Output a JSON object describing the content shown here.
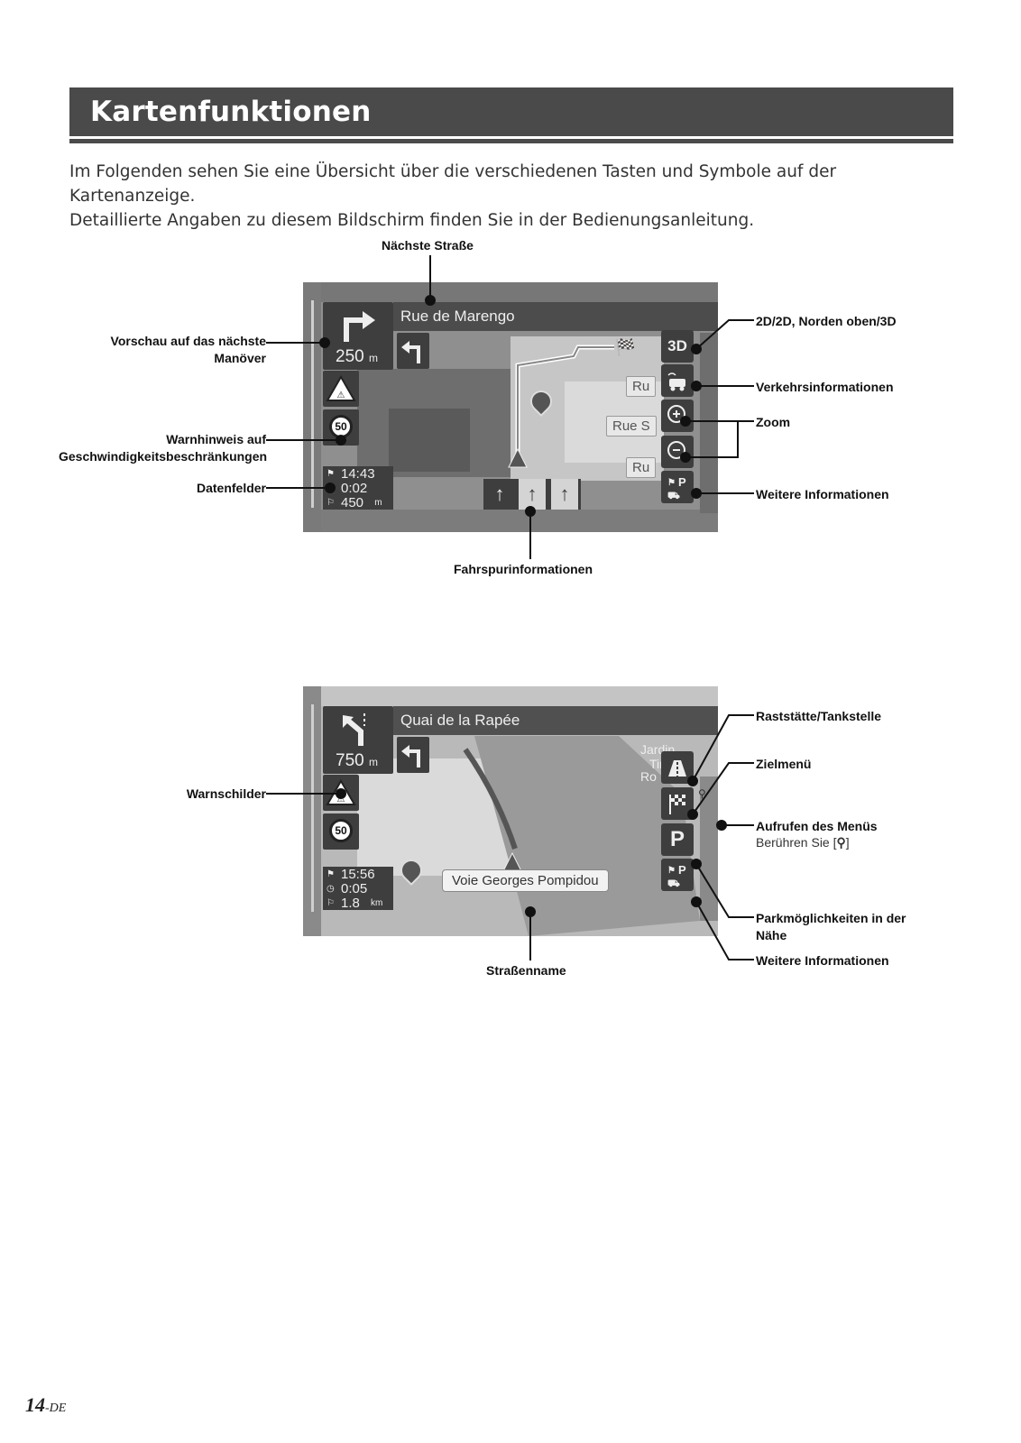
{
  "header": {
    "title": "Kartenfunktionen"
  },
  "intro": {
    "line1": "Im Folgenden sehen Sie eine Übersicht über die verschiedenen Tasten und Symbole auf der Kartenanzeige.",
    "line2": "Detaillierte Angaben zu diesem Bildschirm finden Sie in der Bedienungsanleitung."
  },
  "screen1": {
    "street": "Rue de Marengo",
    "maneuver_distance": "250",
    "maneuver_unit": "m",
    "speed_limit": "50",
    "data": [
      {
        "value": "14:43",
        "unit": ""
      },
      {
        "value": "0:02",
        "unit": ""
      },
      {
        "value": "450",
        "unit": "m"
      }
    ],
    "btn_3d": "3D",
    "map_labels": [
      "Ru",
      "Rue S",
      "Ru"
    ],
    "callouts": {
      "next_street": "Nächste Straße",
      "preview_line1": "Vorschau auf das nächste",
      "preview_line2": "Manöver",
      "warning_line1": "Warnhinweis auf",
      "warning_line2": "Geschwindigkeitsbeschränkungen",
      "data_fields": "Datenfelder",
      "lanes": "Fahrspurinformationen",
      "view_mode": "2D/2D, Norden oben/3D",
      "traffic": "Verkehrsinformationen",
      "zoom": "Zoom",
      "more_info": "Weitere Informationen"
    }
  },
  "screen2": {
    "street": "Quai de la Rapée",
    "maneuver_distance": "750",
    "maneuver_unit": "m",
    "speed_limit": "50",
    "data": [
      {
        "value": "15:56",
        "unit": ""
      },
      {
        "value": "0:05",
        "unit": ""
      },
      {
        "value": "1.8",
        "unit": "km"
      }
    ],
    "road_name": "Voie Georges Pompidou",
    "btn_parking": "P",
    "map_labels": [
      "Jardin",
      "Tir",
      "Ro"
    ],
    "callouts": {
      "warning_signs": "Warnschilder",
      "rest_area": "Raststätte/Tankstelle",
      "destination_menu": "Zielmenü",
      "open_menu": "Aufrufen des Menüs",
      "open_menu_hint_prefix": "Berühren Sie [",
      "open_menu_hint_suffix": "]",
      "parking_line1": "Parkmöglichkeiten in der",
      "parking_line2": "Nähe",
      "more_info": "Weitere Informationen",
      "street_name": "Straßenname"
    }
  },
  "footer": {
    "page_number": "14",
    "page_suffix": "-DE"
  }
}
